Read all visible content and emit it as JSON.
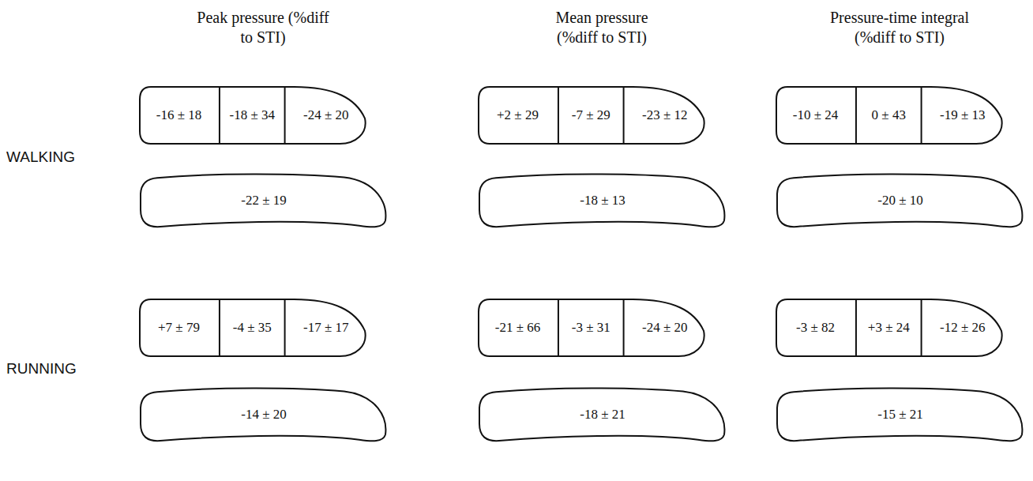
{
  "diagram": {
    "nodes": [
      {
        "text": [
          "-16 ± 18",
          "-18 ± 34",
          "-24 ± 20"
        ]
      },
      {
        "text": [
          "+2 ± 29",
          "-7 ± 29",
          "-23 ± 12"
        ]
      },
      {
        "text": [
          "-10 ± 24",
          "0 ± 43",
          "-19 ± 13"
        ]
      },
      {
        "text": [
          "-22 ± 19"
        ]
      },
      {
        "text": [
          "-18 ± 13"
        ]
      },
      {
        "text": [
          "-20 ± 10"
        ]
      },
      {
        "text": [
          "+7 ± 79",
          "-4 ± 35",
          "-17 ± 17"
        ]
      },
      {
        "text": [
          "-21 ± 66",
          "-3 ± 31",
          "-24 ± 20"
        ]
      },
      {
        "text": [
          "-3 ± 82",
          "+3 ± 24",
          "-12 ± 26"
        ]
      },
      {
        "text": [
          "-14 ± 20"
        ]
      },
      {
        "text": [
          "-18 ± 21"
        ]
      },
      {
        "text": [
          "-15 ± 21"
        ]
      }
    ],
    "labels": [
      "Peak pressure (%diff to STI)",
      "Mean pressure (%diff to STI)",
      "Pressure-time integral (%diff to STI)",
      "WALKING",
      "RUNNING"
    ]
  }
}
